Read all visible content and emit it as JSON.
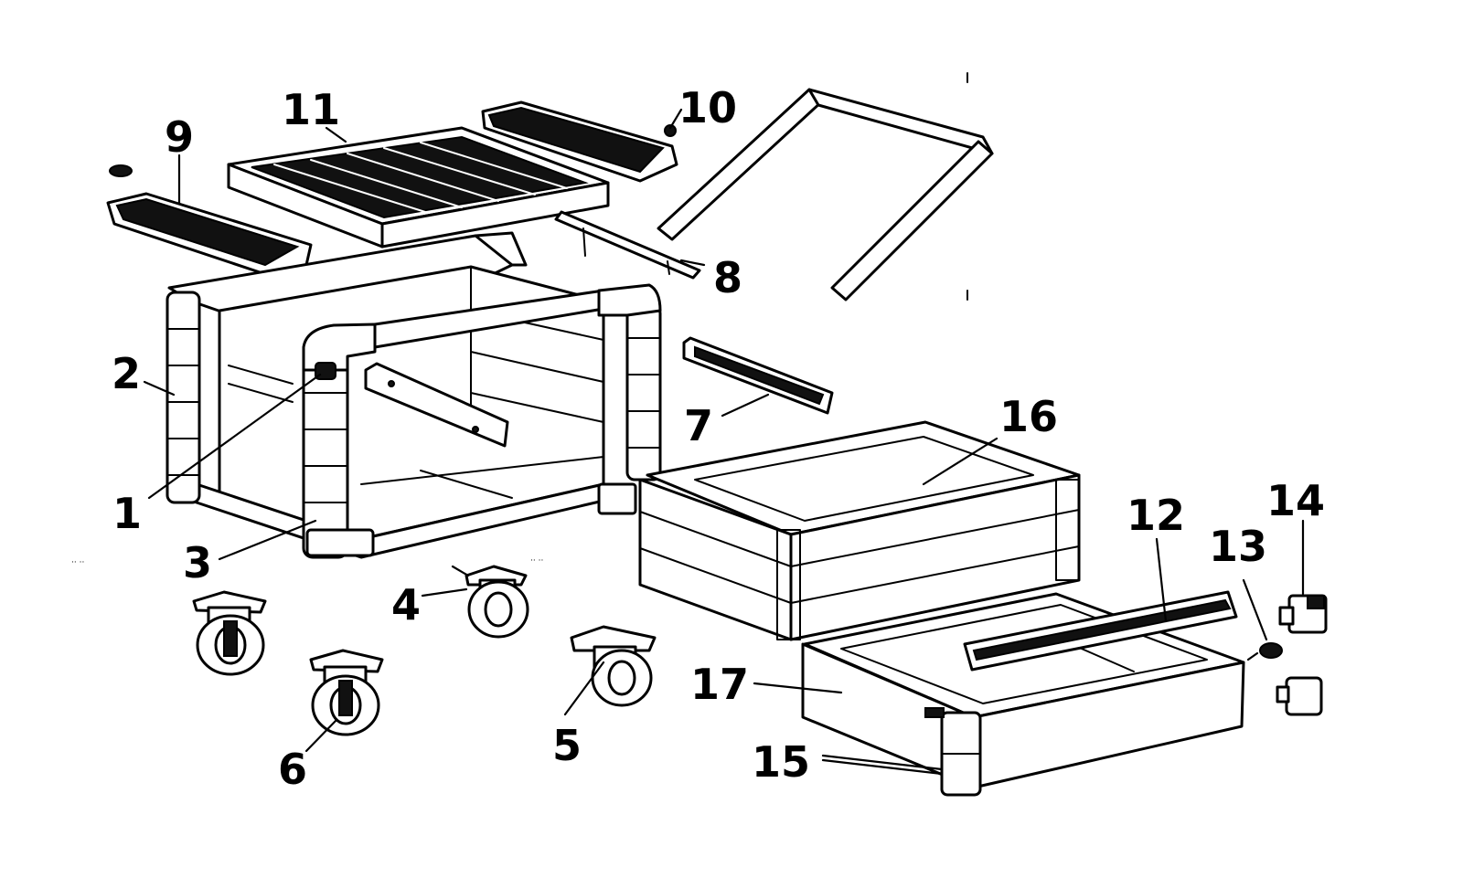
{
  "diagram": {
    "callouts": [
      "1",
      "2",
      "3",
      "4",
      "5",
      "6",
      "7",
      "8",
      "9",
      "10",
      "11",
      "12",
      "13",
      "14",
      "15",
      "16",
      "17"
    ]
  }
}
